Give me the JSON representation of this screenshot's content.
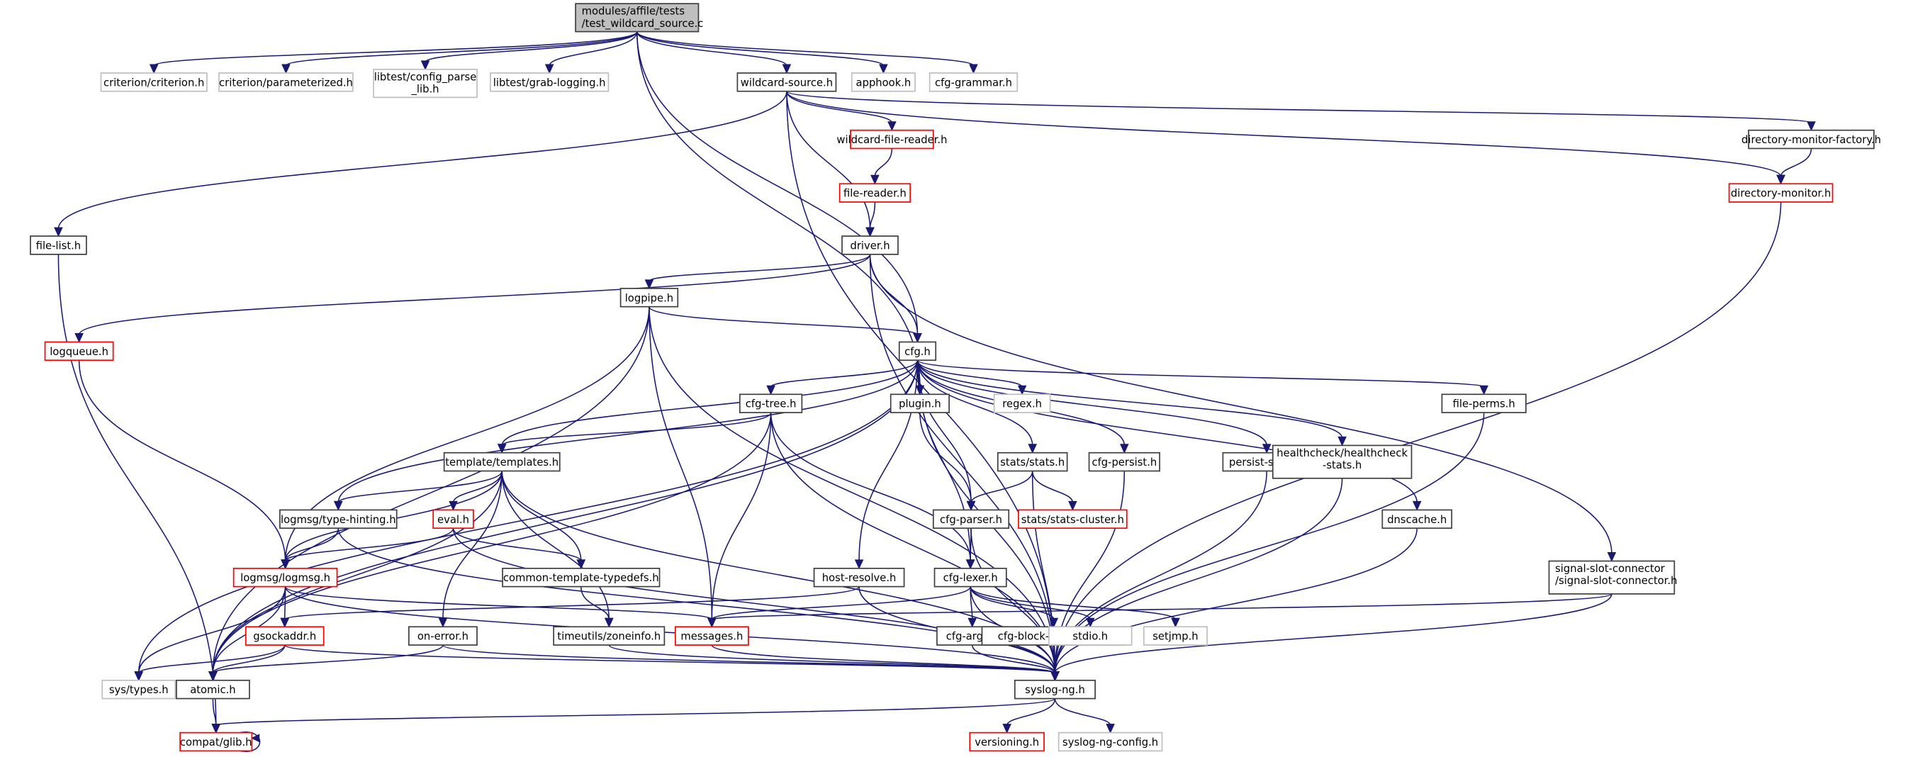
{
  "title": "modules/affile/tests/test_wildcard_source.c include dependency graph",
  "colors": {
    "edge": "#191970",
    "root_fill": "#bfbfbf",
    "normal_border": "#404040",
    "missing_border": "#bfbfbf",
    "truncated_border": "#ff0000"
  },
  "nodes": [
    {
      "id": "root",
      "lines": [
        "modules/affile/tests",
        "/test_wildcard_source.c"
      ],
      "style": "root"
    },
    {
      "id": "criterion",
      "lines": [
        "criterion/criterion.h"
      ],
      "style": "missing"
    },
    {
      "id": "parameterized",
      "lines": [
        "criterion/parameterized.h"
      ],
      "style": "missing"
    },
    {
      "id": "config_parse",
      "lines": [
        "libtest/config_parse",
        "_lib.h"
      ],
      "style": "missing"
    },
    {
      "id": "grab_logging",
      "lines": [
        "libtest/grab-logging.h"
      ],
      "style": "missing"
    },
    {
      "id": "wildcard_source",
      "lines": [
        "wildcard-source.h"
      ],
      "style": "normal"
    },
    {
      "id": "apphook",
      "lines": [
        "apphook.h"
      ],
      "style": "missing"
    },
    {
      "id": "cfg_grammar",
      "lines": [
        "cfg-grammar.h"
      ],
      "style": "missing"
    },
    {
      "id": "wildcard_file_reader",
      "lines": [
        "wildcard-file-reader.h"
      ],
      "style": "truncated"
    },
    {
      "id": "file_reader",
      "lines": [
        "file-reader.h"
      ],
      "style": "truncated"
    },
    {
      "id": "dir_monitor_factory",
      "lines": [
        "directory-monitor-factory.h"
      ],
      "style": "normal"
    },
    {
      "id": "dir_monitor",
      "lines": [
        "directory-monitor.h"
      ],
      "style": "truncated"
    },
    {
      "id": "file_list",
      "lines": [
        "file-list.h"
      ],
      "style": "normal"
    },
    {
      "id": "driver",
      "lines": [
        "driver.h"
      ],
      "style": "normal"
    },
    {
      "id": "logpipe",
      "lines": [
        "logpipe.h"
      ],
      "style": "normal"
    },
    {
      "id": "logqueue",
      "lines": [
        "logqueue.h"
      ],
      "style": "truncated"
    },
    {
      "id": "cfg",
      "lines": [
        "cfg.h"
      ],
      "style": "normal"
    },
    {
      "id": "cfg_tree",
      "lines": [
        "cfg-tree.h"
      ],
      "style": "normal"
    },
    {
      "id": "plugin",
      "lines": [
        "plugin.h"
      ],
      "style": "normal"
    },
    {
      "id": "regex",
      "lines": [
        "regex.h"
      ],
      "style": "missing"
    },
    {
      "id": "file_perms",
      "lines": [
        "file-perms.h"
      ],
      "style": "normal"
    },
    {
      "id": "templates",
      "lines": [
        "template/templates.h"
      ],
      "style": "normal"
    },
    {
      "id": "stats",
      "lines": [
        "stats/stats.h"
      ],
      "style": "normal"
    },
    {
      "id": "cfg_persist",
      "lines": [
        "cfg-persist.h"
      ],
      "style": "normal"
    },
    {
      "id": "persist_state",
      "lines": [
        "persist-state.h"
      ],
      "style": "normal"
    },
    {
      "id": "healthcheck",
      "lines": [
        "healthcheck/healthcheck",
        "-stats.h"
      ],
      "style": "normal"
    },
    {
      "id": "type_hinting",
      "lines": [
        "logmsg/type-hinting.h"
      ],
      "style": "normal"
    },
    {
      "id": "eval",
      "lines": [
        "eval.h"
      ],
      "style": "truncated"
    },
    {
      "id": "stats_cluster",
      "lines": [
        "stats/stats-cluster.h"
      ],
      "style": "truncated"
    },
    {
      "id": "cfg_parser",
      "lines": [
        "cfg-parser.h"
      ],
      "style": "normal"
    },
    {
      "id": "dnscache",
      "lines": [
        "dnscache.h"
      ],
      "style": "normal"
    },
    {
      "id": "common_template",
      "lines": [
        "common-template-typedefs.h"
      ],
      "style": "normal"
    },
    {
      "id": "host_resolve",
      "lines": [
        "host-resolve.h"
      ],
      "style": "normal"
    },
    {
      "id": "cfg_lexer",
      "lines": [
        "cfg-lexer.h"
      ],
      "style": "normal"
    },
    {
      "id": "signal_slot",
      "lines": [
        "signal-slot-connector",
        "/signal-slot-connector.h"
      ],
      "style": "normal"
    },
    {
      "id": "logmsg",
      "lines": [
        "logmsg/logmsg.h"
      ],
      "style": "truncated"
    },
    {
      "id": "gsockaddr",
      "lines": [
        "gsockaddr.h"
      ],
      "style": "truncated"
    },
    {
      "id": "on_error",
      "lines": [
        "on-error.h"
      ],
      "style": "normal"
    },
    {
      "id": "zoneinfo",
      "lines": [
        "timeutils/zoneinfo.h"
      ],
      "style": "normal"
    },
    {
      "id": "messages",
      "lines": [
        "messages.h"
      ],
      "style": "truncated"
    },
    {
      "id": "cfg_args",
      "lines": [
        "cfg-args.h"
      ],
      "style": "normal"
    },
    {
      "id": "cfg_block_gen",
      "lines": [
        "cfg-block-generator.h"
      ],
      "style": "normal"
    },
    {
      "id": "stdio",
      "lines": [
        "stdio.h"
      ],
      "style": "missing"
    },
    {
      "id": "setjmp",
      "lines": [
        "setjmp.h"
      ],
      "style": "missing"
    },
    {
      "id": "sys_types",
      "lines": [
        "sys/types.h"
      ],
      "style": "missing"
    },
    {
      "id": "atomic",
      "lines": [
        "atomic.h"
      ],
      "style": "normal"
    },
    {
      "id": "syslog_ng",
      "lines": [
        "syslog-ng.h"
      ],
      "style": "normal"
    },
    {
      "id": "glib",
      "lines": [
        "compat/glib.h"
      ],
      "style": "truncated"
    },
    {
      "id": "versioning",
      "lines": [
        "versioning.h"
      ],
      "style": "truncated"
    },
    {
      "id": "syslog_ng_config",
      "lines": [
        "syslog-ng-config.h"
      ],
      "style": "missing"
    }
  ],
  "edges": [
    [
      "root",
      "criterion"
    ],
    [
      "root",
      "parameterized"
    ],
    [
      "root",
      "config_parse"
    ],
    [
      "root",
      "grab_logging"
    ],
    [
      "root",
      "wildcard_source"
    ],
    [
      "root",
      "apphook"
    ],
    [
      "root",
      "cfg_grammar"
    ],
    [
      "root",
      "cfg"
    ],
    [
      "root",
      "plugin"
    ],
    [
      "wildcard_source",
      "wildcard_file_reader"
    ],
    [
      "wildcard_source",
      "file_list"
    ],
    [
      "wildcard_source",
      "driver"
    ],
    [
      "wildcard_source",
      "dir_monitor_factory"
    ],
    [
      "wildcard_source",
      "dir_monitor"
    ],
    [
      "wildcard_source",
      "syslog_ng"
    ],
    [
      "wildcard_file_reader",
      "file_reader"
    ],
    [
      "file_reader",
      "driver"
    ],
    [
      "dir_monitor_factory",
      "dir_monitor"
    ],
    [
      "dir_monitor",
      "syslog_ng"
    ],
    [
      "file_list",
      "glib"
    ],
    [
      "driver",
      "logpipe"
    ],
    [
      "driver",
      "cfg"
    ],
    [
      "driver",
      "logqueue"
    ],
    [
      "driver",
      "signal_slot"
    ],
    [
      "driver",
      "syslog_ng"
    ],
    [
      "logpipe",
      "cfg"
    ],
    [
      "logpipe",
      "logmsg"
    ],
    [
      "logpipe",
      "atomic"
    ],
    [
      "logpipe",
      "messages"
    ],
    [
      "logpipe",
      "syslog_ng"
    ],
    [
      "logqueue",
      "logmsg"
    ],
    [
      "cfg",
      "cfg_tree"
    ],
    [
      "cfg",
      "plugin"
    ],
    [
      "cfg",
      "regex"
    ],
    [
      "cfg",
      "file_perms"
    ],
    [
      "cfg",
      "templates"
    ],
    [
      "cfg",
      "stats"
    ],
    [
      "cfg",
      "cfg_persist"
    ],
    [
      "cfg",
      "persist_state"
    ],
    [
      "cfg",
      "healthcheck"
    ],
    [
      "cfg",
      "type_hinting"
    ],
    [
      "cfg",
      "cfg_parser"
    ],
    [
      "cfg",
      "dnscache"
    ],
    [
      "cfg",
      "host_resolve"
    ],
    [
      "cfg",
      "cfg_lexer"
    ],
    [
      "cfg",
      "sys_types"
    ],
    [
      "cfg",
      "atomic"
    ],
    [
      "cfg",
      "syslog_ng"
    ],
    [
      "cfg_tree",
      "templates"
    ],
    [
      "cfg_tree",
      "cfg_lexer"
    ],
    [
      "cfg_tree",
      "messages"
    ],
    [
      "cfg_tree",
      "atomic"
    ],
    [
      "cfg_tree",
      "syslog_ng"
    ],
    [
      "plugin",
      "cfg_parser"
    ],
    [
      "file_perms",
      "syslog_ng"
    ],
    [
      "templates",
      "type_hinting"
    ],
    [
      "templates",
      "eval"
    ],
    [
      "templates",
      "common_template"
    ],
    [
      "templates",
      "zoneinfo"
    ],
    [
      "templates",
      "on_error"
    ],
    [
      "templates",
      "atomic"
    ],
    [
      "templates",
      "syslog_ng"
    ],
    [
      "templates",
      "logmsg"
    ],
    [
      "stats",
      "cfg_parser"
    ],
    [
      "stats",
      "stats_cluster"
    ],
    [
      "stats",
      "syslog_ng"
    ],
    [
      "cfg_persist",
      "syslog_ng"
    ],
    [
      "persist_state",
      "syslog_ng"
    ],
    [
      "healthcheck",
      "syslog_ng"
    ],
    [
      "dnscache",
      "syslog_ng"
    ],
    [
      "type_hinting",
      "logmsg"
    ],
    [
      "type_hinting",
      "syslog_ng"
    ],
    [
      "eval",
      "logmsg"
    ],
    [
      "eval",
      "common_template"
    ],
    [
      "eval",
      "syslog_ng"
    ],
    [
      "cfg_parser",
      "cfg_lexer"
    ],
    [
      "cfg_parser",
      "syslog_ng"
    ],
    [
      "common_template",
      "zoneinfo"
    ],
    [
      "host_resolve",
      "gsockaddr"
    ],
    [
      "host_resolve",
      "syslog_ng"
    ],
    [
      "cfg_lexer",
      "messages"
    ],
    [
      "cfg_lexer",
      "cfg_args"
    ],
    [
      "cfg_lexer",
      "cfg_block_gen"
    ],
    [
      "cfg_lexer",
      "stdio"
    ],
    [
      "cfg_lexer",
      "setjmp"
    ],
    [
      "cfg_lexer",
      "syslog_ng"
    ],
    [
      "signal_slot",
      "messages"
    ],
    [
      "signal_slot",
      "syslog_ng"
    ],
    [
      "logmsg",
      "gsockaddr"
    ],
    [
      "logmsg",
      "sys_types"
    ],
    [
      "logmsg",
      "atomic"
    ],
    [
      "logmsg",
      "messages"
    ],
    [
      "logmsg",
      "syslog_ng"
    ],
    [
      "gsockaddr",
      "sys_types"
    ],
    [
      "gsockaddr",
      "atomic"
    ],
    [
      "gsockaddr",
      "syslog_ng"
    ],
    [
      "on_error",
      "atomic"
    ],
    [
      "on_error",
      "syslog_ng"
    ],
    [
      "zoneinfo",
      "syslog_ng"
    ],
    [
      "messages",
      "syslog_ng"
    ],
    [
      "cfg_args",
      "syslog_ng"
    ],
    [
      "cfg_block_gen",
      "syslog_ng"
    ],
    [
      "atomic",
      "glib"
    ],
    [
      "syslog_ng",
      "glib"
    ],
    [
      "syslog_ng",
      "versioning"
    ],
    [
      "syslog_ng",
      "syslog_ng_config"
    ],
    [
      "glib",
      "glib"
    ]
  ]
}
